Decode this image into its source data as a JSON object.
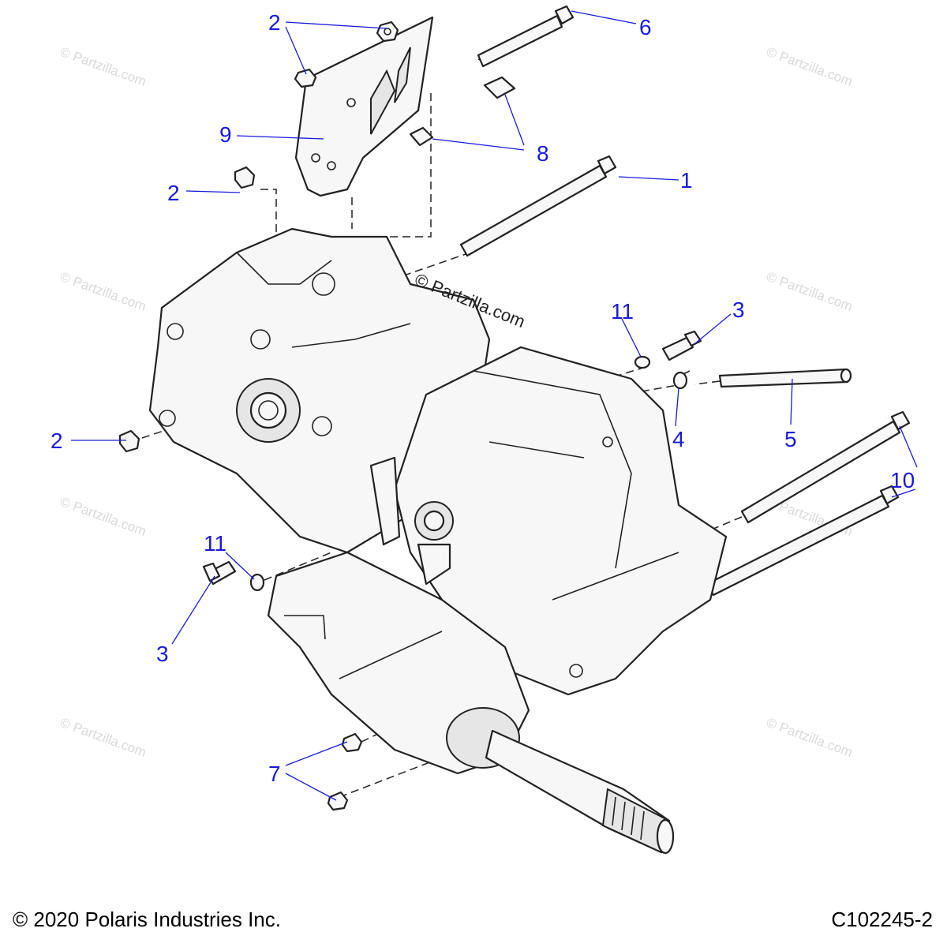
{
  "footer": {
    "copyright": "© 2020 Polaris Industries Inc.",
    "diagram_code": "C102245-2"
  },
  "watermark": {
    "center": "© Partzilla.com",
    "tile": "© Partzilla.com"
  },
  "colors": {
    "callout": "#1a1adb",
    "line": "#222222",
    "watermark": "#d9d9d9"
  },
  "callouts": [
    {
      "id": "c2a",
      "number": "2"
    },
    {
      "id": "c6",
      "number": "6"
    },
    {
      "id": "c9",
      "number": "9"
    },
    {
      "id": "c8",
      "number": "8"
    },
    {
      "id": "c1",
      "number": "1"
    },
    {
      "id": "c2b",
      "number": "2"
    },
    {
      "id": "c11a",
      "number": "11"
    },
    {
      "id": "c3a",
      "number": "3"
    },
    {
      "id": "c4",
      "number": "4"
    },
    {
      "id": "c5",
      "number": "5"
    },
    {
      "id": "c2c",
      "number": "2"
    },
    {
      "id": "c10",
      "number": "10"
    },
    {
      "id": "c11b",
      "number": "11"
    },
    {
      "id": "c3b",
      "number": "3"
    },
    {
      "id": "c7",
      "number": "7"
    }
  ]
}
